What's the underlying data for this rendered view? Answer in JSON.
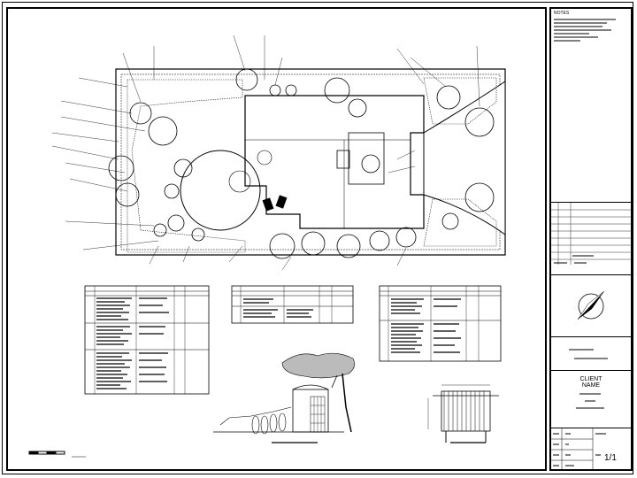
{
  "title_block": {
    "notes_heading": "NOTES",
    "client_line1": "CLIENT",
    "client_line2": "NAME"
  },
  "sheet": {
    "number": "1/1"
  }
}
